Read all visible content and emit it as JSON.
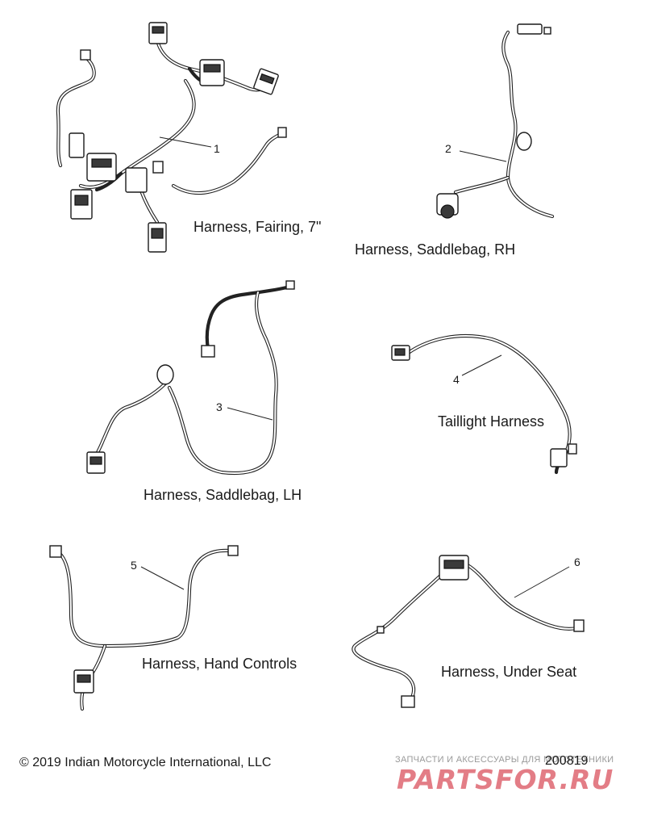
{
  "parts": [
    {
      "ref": "1",
      "label": "Harness, Fairing, 7\""
    },
    {
      "ref": "2",
      "label": "Harness, Saddlebag, RH"
    },
    {
      "ref": "3",
      "label": "Harness, Saddlebag, LH"
    },
    {
      "ref": "4",
      "label": "Taillight Harness"
    },
    {
      "ref": "5",
      "label": "Harness, Hand Controls"
    },
    {
      "ref": "6",
      "label": "Harness, Under Seat"
    }
  ],
  "footer": {
    "copyright": "© 2019 Indian Motorcycle International, LLC",
    "drawing_code": "200819"
  },
  "watermark": {
    "tagline": "ЗАПЧАСТИ И АКСЕССУАРЫ ДЛЯ МОТОТЕХНИКИ",
    "logo": "PARTSFOR.RU"
  }
}
